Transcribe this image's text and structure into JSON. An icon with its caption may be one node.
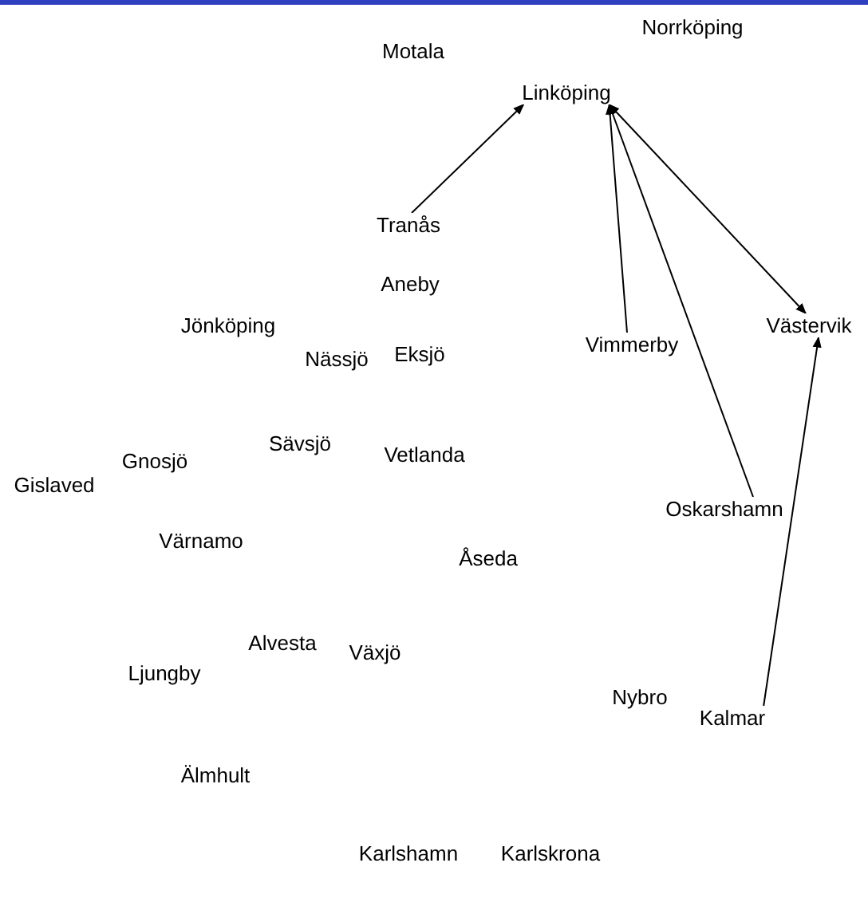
{
  "diagram": {
    "nodes": [
      {
        "text": [
          "Linköping"
        ]
      },
      {
        "text": [
          "Tranås"
        ]
      },
      {
        "text": [
          "Västervik"
        ]
      },
      {
        "text": [
          "Vimmerby"
        ]
      },
      {
        "text": [
          "Oskarshamn"
        ]
      },
      {
        "text": [
          "Kalmar"
        ]
      }
    ],
    "edges": [
      {
        "from": 1,
        "to": 0,
        "arrow": "to"
      },
      {
        "from": 3,
        "to": 0,
        "arrow": "to"
      },
      {
        "from": 4,
        "to": 0,
        "arrow": "to"
      },
      {
        "from": 0,
        "to": 2,
        "arrow": "both"
      },
      {
        "from": 5,
        "to": 2,
        "arrow": "to"
      }
    ],
    "labels": [
      "Norrköping",
      "Motala",
      "Aneby",
      "Jönköping",
      "Eksjö",
      "Nässjö",
      "Sävsjö",
      "Vetlanda",
      "Gnosjö",
      "Gislaved",
      "Värnamo",
      "Åseda",
      "Alvesta",
      "Växjö",
      "Ljungby",
      "Nybro",
      "Älmhult",
      "Karlshamn",
      "Karlskrona"
    ]
  }
}
